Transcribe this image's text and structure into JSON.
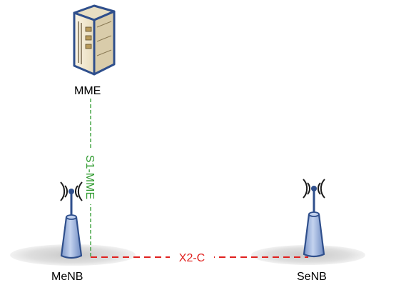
{
  "nodes": {
    "mme": {
      "label": "MME",
      "icon": "server-icon"
    },
    "menb": {
      "label": "MeNB",
      "icon": "antenna-tower-icon"
    },
    "senb": {
      "label": "SeNB",
      "icon": "antenna-tower-icon"
    }
  },
  "links": {
    "s1_mme": {
      "label": "S1-MME",
      "color": "#2e9a2e",
      "style": "dashed"
    },
    "x2_c": {
      "label": "X2-C",
      "color": "#e0201e",
      "style": "dashed"
    }
  },
  "colors": {
    "tower_fill": "#9db5de",
    "tower_stroke": "#2f4f8c",
    "ground_shadow": "#d7d7d7",
    "server_frame": "#2f4f8c",
    "server_body": "#f4ecd6"
  }
}
